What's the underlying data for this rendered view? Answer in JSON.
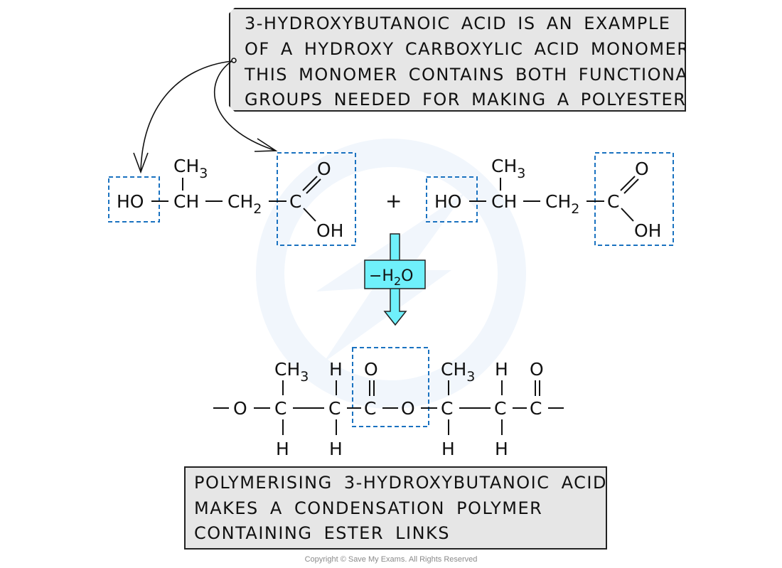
{
  "colors": {
    "highlight_box": "#1a72c0",
    "arrow_fill": "#6ff0fb",
    "callout_bg": "#e6e6e6",
    "watermark": "#eef4fb"
  },
  "callout": {
    "lines": [
      "3-HYDROXYBUTANOIC ACID IS AN EXAMPLE",
      "OF A HYDROXY CARBOXYLIC ACID MONOMER.",
      "THIS MONOMER CONTAINS BOTH FUNCTIONAL",
      "GROUPS NEEDED FOR MAKING A POLYESTER"
    ]
  },
  "monomer": {
    "hydroxyl": "HO",
    "ch": "CH",
    "ch3": "CH",
    "ch3_sub": "3",
    "ch2": "CH",
    "ch2_sub": "2",
    "carbon": "C",
    "carbonyl_o": "O",
    "acid_oh": "OH"
  },
  "plus_sign": "+",
  "reaction_arrow": {
    "label_prefix": "−H",
    "label_sub": "2",
    "label_suffix": "O"
  },
  "polymer": {
    "o": "O",
    "c": "C",
    "h": "H",
    "ch3": "CH",
    "ch3_sub": "3",
    "end_bond": "—"
  },
  "note": {
    "lines": [
      "POLYMERISING 3-HYDROXYBUTANOIC ACID",
      "MAKES A CONDENSATION POLYMER",
      "CONTAINING ESTER LINKS"
    ]
  },
  "copyright": "Copyright © Save My Exams. All Rights Reserved"
}
